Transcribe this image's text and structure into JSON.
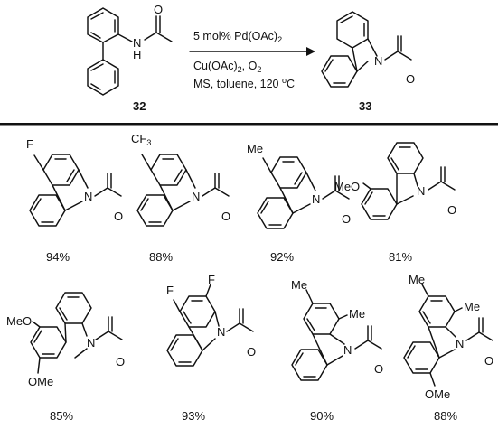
{
  "reaction": {
    "reactant_label": "32",
    "product_label": "33",
    "condition_line1": "5 mol% Pd(OAc)",
    "condition_line1_sub": "2",
    "condition_line2_a": "Cu(OAc)",
    "condition_line2_sub1": "2",
    "condition_line2_b": ", O",
    "condition_line2_sub2": "2",
    "condition_line3_a": "MS, toluene, 120 ",
    "condition_line3_sup": "o",
    "condition_line3_b": "C"
  },
  "atoms": {
    "N": "N",
    "H": "H",
    "O": "O",
    "F": "F",
    "CF": "CF",
    "three": "3",
    "Me": "Me",
    "MeO": "MeO",
    "OMe": "OMe"
  },
  "yields": [
    "94%",
    "88%",
    "92%",
    "81%",
    "85%",
    "93%",
    "90%",
    "88%"
  ]
}
